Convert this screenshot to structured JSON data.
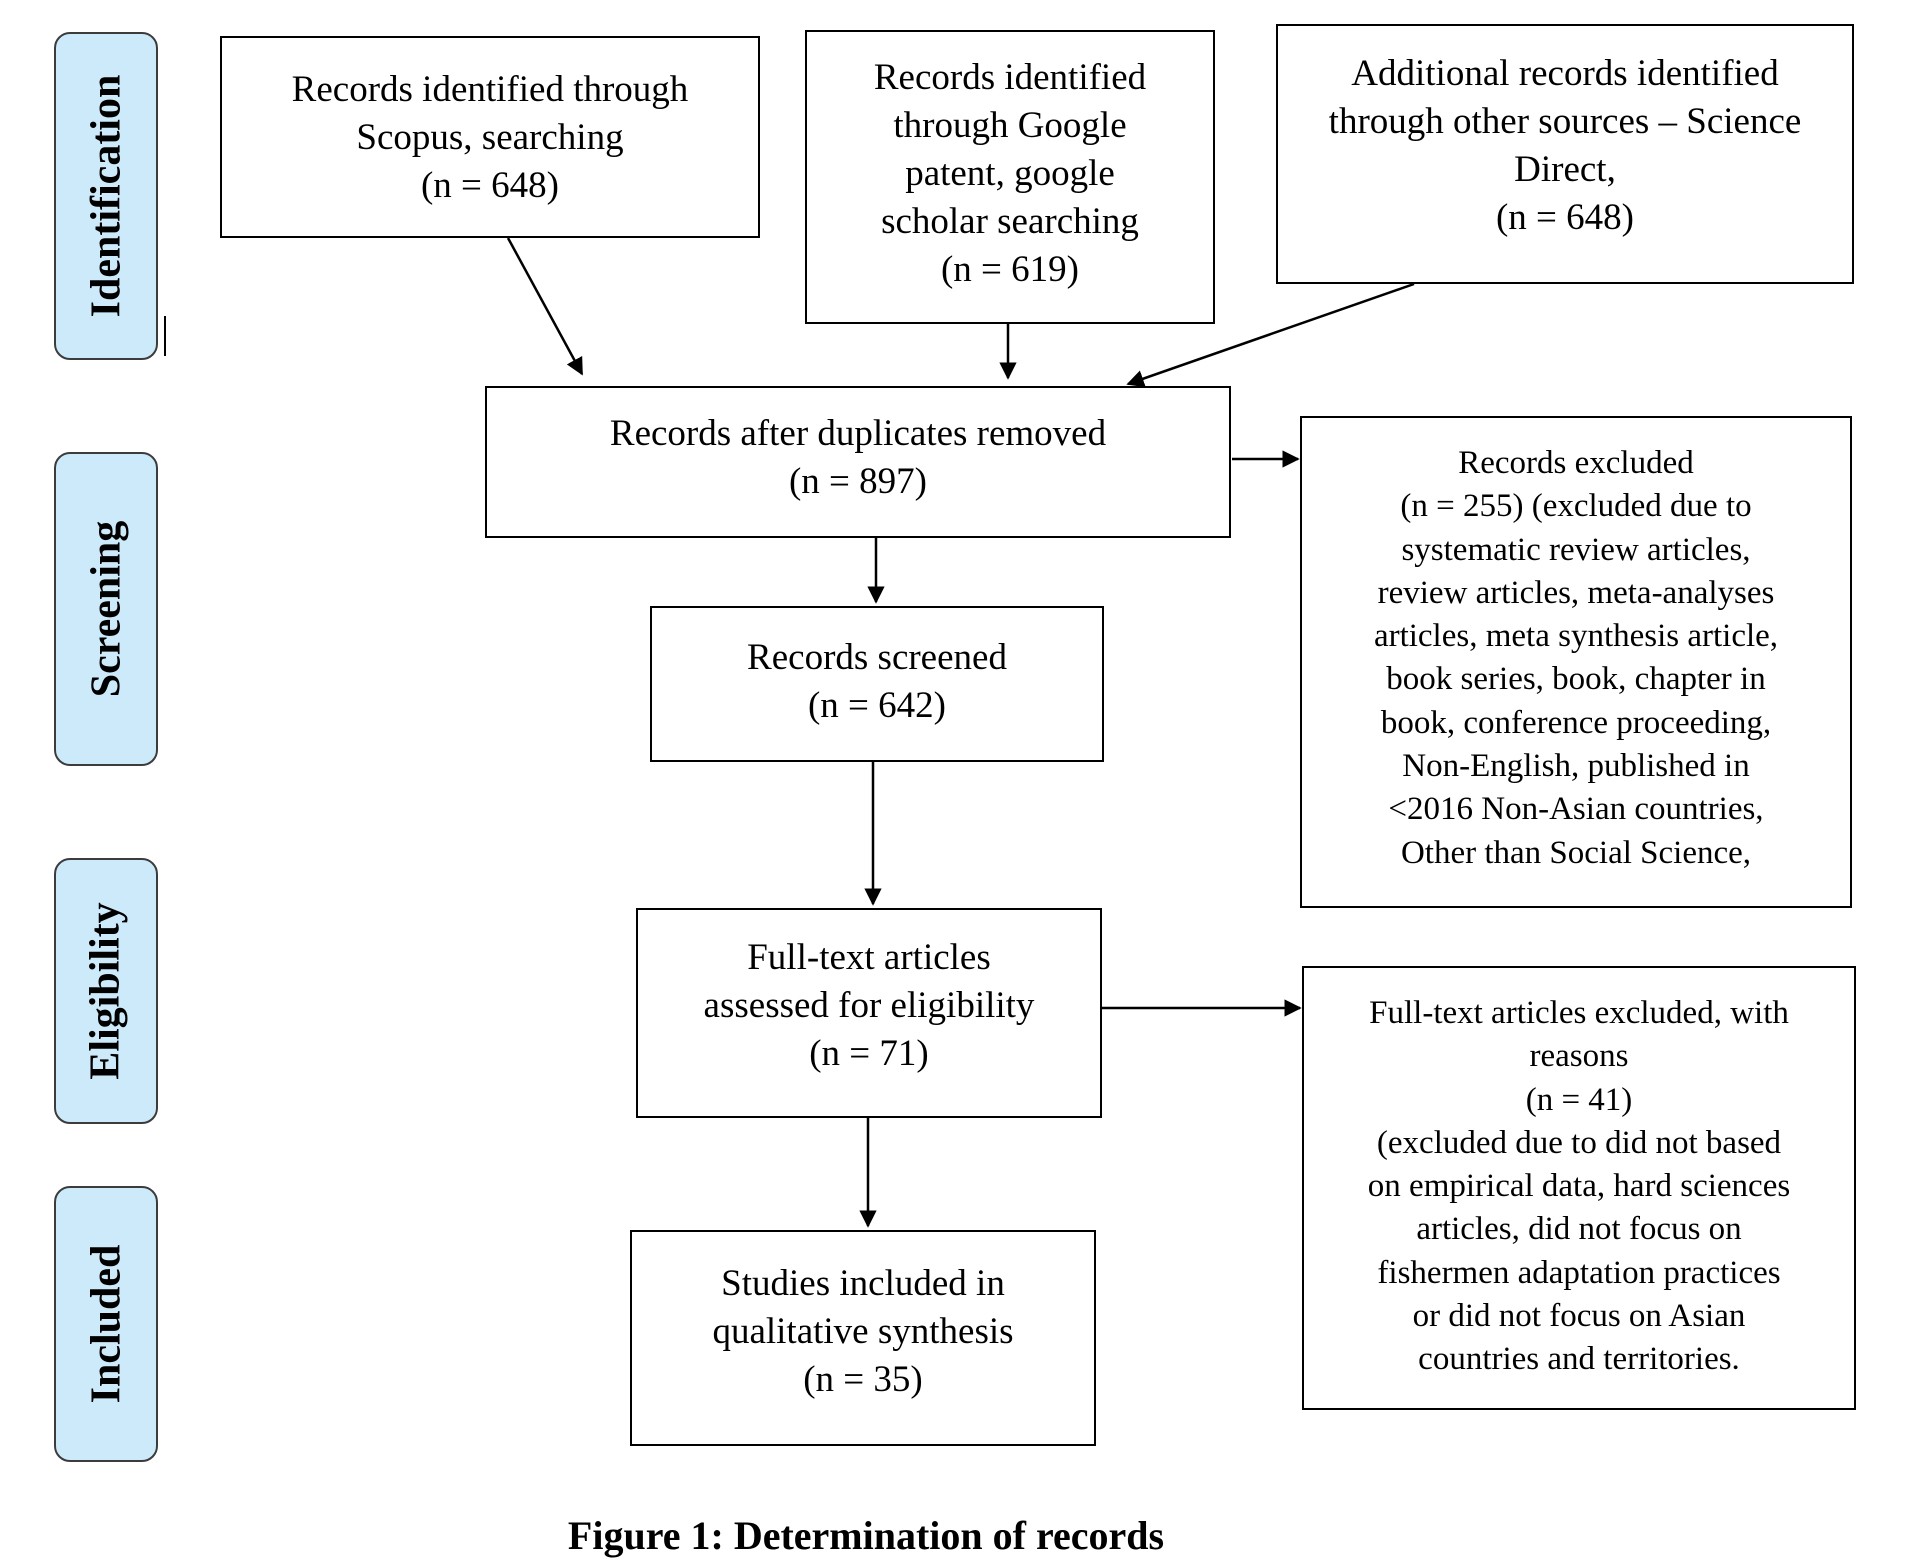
{
  "stages": {
    "identification": "Identification",
    "screening": "Screening",
    "eligibility": "Eligibility",
    "included": "Included"
  },
  "boxes": {
    "scopus": [
      "Records identified through",
      "Scopus, searching",
      "(n = 648)"
    ],
    "google": [
      "Records identified",
      "through Google",
      "patent, google",
      "scholar searching",
      "(n = 619)"
    ],
    "additional": [
      "Additional records identified",
      "through other sources – Science",
      "Direct,",
      "(n = 648)"
    ],
    "duplicates": [
      "Records after duplicates removed",
      "(n = 897)"
    ],
    "excluded": [
      "Records excluded",
      "(n = 255) (excluded due to",
      "systematic review articles,",
      "review articles, meta-analyses",
      "articles, meta synthesis article,",
      "book series, book, chapter in",
      "book, conference proceeding,",
      "Non-English, published in",
      "<2016 Non-Asian countries,",
      "Other than Social Science,"
    ],
    "screened": [
      "Records screened",
      "(n = 642)"
    ],
    "fulltext": [
      "Full-text articles",
      "assessed for eligibility",
      "(n = 71)"
    ],
    "ftexcluded": [
      "Full-text articles excluded, with",
      "reasons",
      "(n = 41)",
      "(excluded due to did not based",
      "on empirical data, hard sciences",
      "articles, did not focus on",
      "fishermen adaptation practices",
      "or did not focus on Asian",
      "countries and territories."
    ],
    "included": [
      "Studies included in",
      "qualitative synthesis",
      "(n = 35)"
    ]
  },
  "caption": "Figure 1: Determination of records"
}
